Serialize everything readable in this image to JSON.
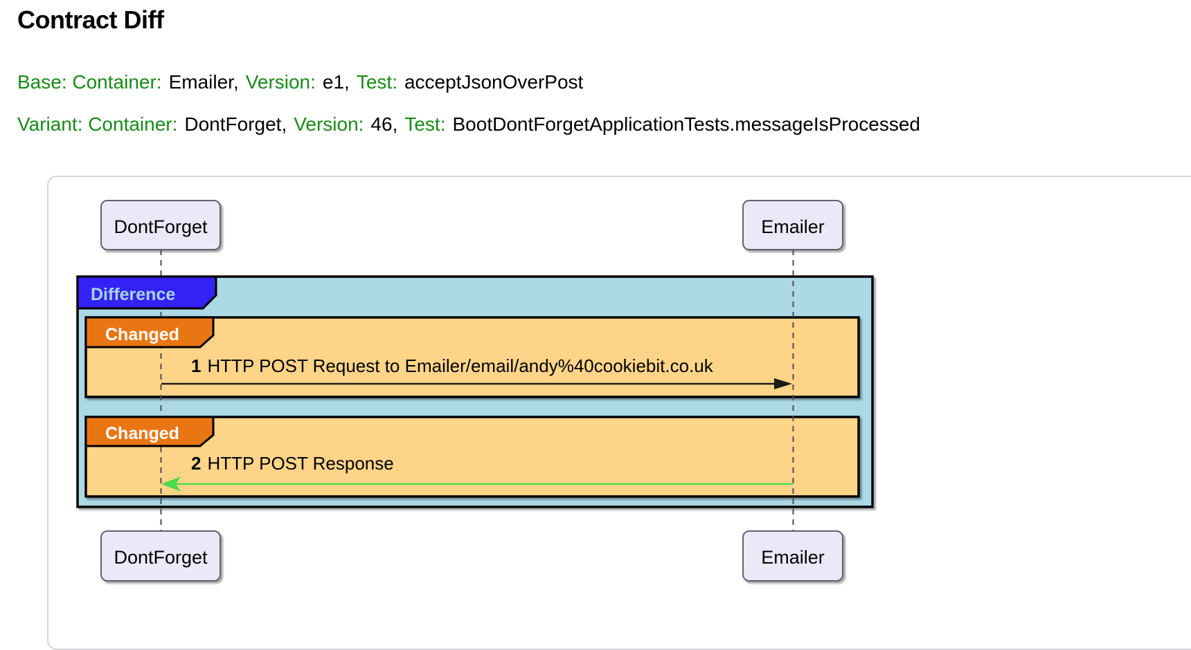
{
  "header": {
    "title": "Contract Diff",
    "base": {
      "l1": "Base: Container:",
      "v1": "Emailer,",
      "l2": "Version:",
      "v2": "e1,",
      "l3": "Test:",
      "v3": "acceptJsonOverPost"
    },
    "variant": {
      "l1": "Variant: Container:",
      "v1": "DontForget,",
      "l2": "Version:",
      "v2": "46,",
      "l3": "Test:",
      "v3": "BootDontForgetApplicationTests.messageIsProcessed"
    }
  },
  "diagram": {
    "actors": {
      "left": "DontForget",
      "right": "Emailer"
    },
    "difference_label": "Difference",
    "changed_label": "Changed",
    "messages": [
      {
        "num": "1",
        "text": "HTTP POST Request to Emailer/email/andy%40cookiebit.co.uk",
        "direction": "right"
      },
      {
        "num": "2",
        "text": "HTTP POST Response",
        "direction": "left"
      }
    ]
  },
  "colors": {
    "label_green": "#178a17",
    "difference_bg": "#3322F5",
    "difference_body": "#ADD8E6",
    "difference_text": "#A9D6E5",
    "changed_bg": "#E87613",
    "changed_body": "#FED489",
    "changed_text": "#FFFFFF",
    "actor_bg": "#E9E9F7",
    "request_arrow": "#1a1a1a",
    "response_arrow": "#4ADB4A"
  }
}
